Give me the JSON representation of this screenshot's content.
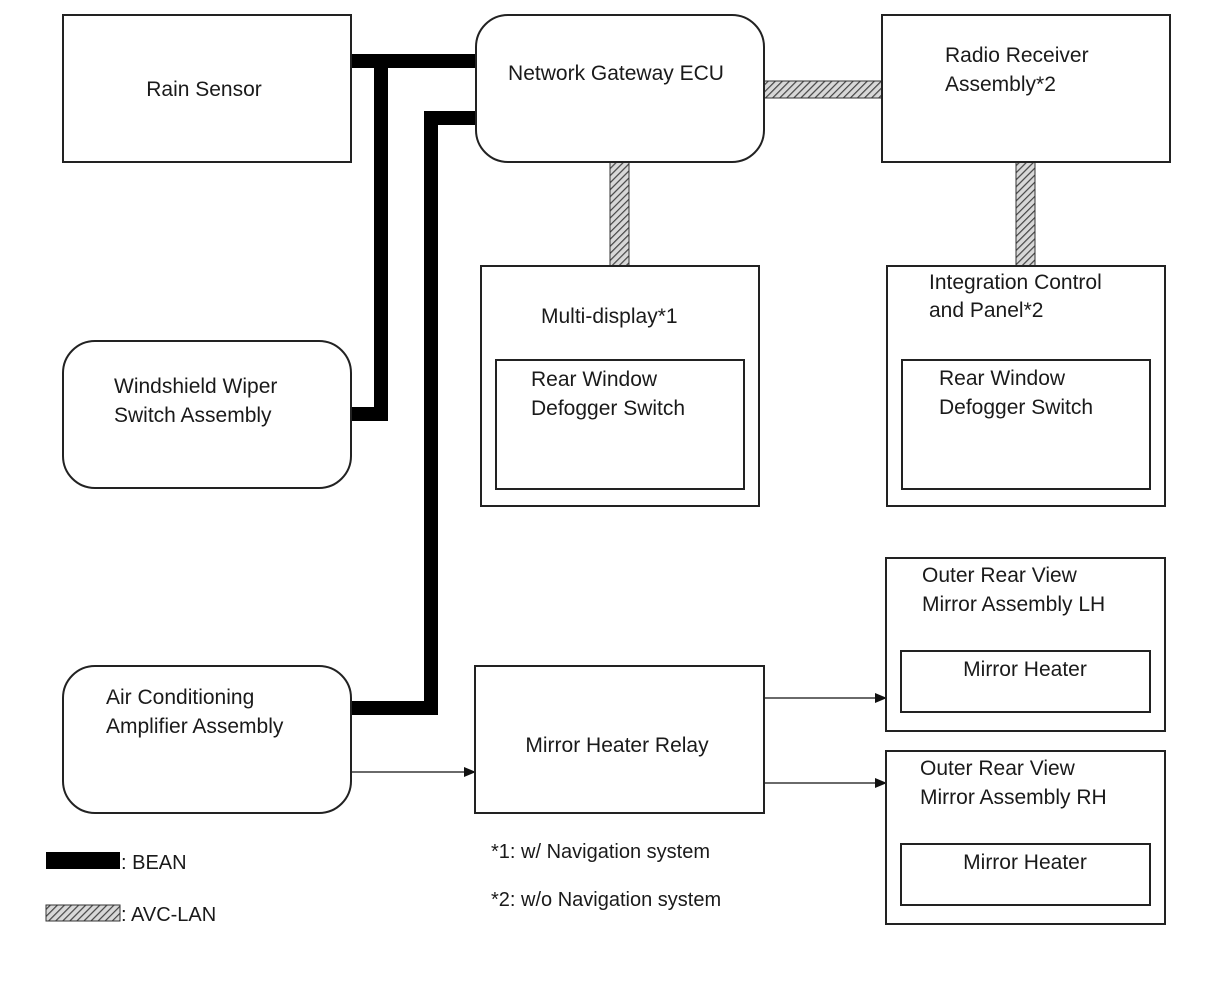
{
  "nodes": {
    "rain_sensor": "Rain Sensor",
    "network_gateway": "Network Gateway ECU",
    "radio_receiver": [
      "Radio Receiver",
      "Assembly*2"
    ],
    "multi_display": "Multi-display*1",
    "multi_display_switch": [
      "Rear Window",
      "Defogger Switch"
    ],
    "integration_panel": [
      "Integration Control",
      "and Panel*2"
    ],
    "integration_switch": [
      "Rear Window",
      "Defogger Switch"
    ],
    "wiper_switch": [
      "Windshield Wiper",
      "Switch Assembly"
    ],
    "ac_amplifier": [
      "Air Conditioning",
      "Amplifier Assembly"
    ],
    "mirror_heater_relay": "Mirror Heater Relay",
    "mirror_lh": [
      "Outer Rear View",
      "Mirror Assembly LH"
    ],
    "mirror_lh_heater": "Mirror Heater",
    "mirror_rh": [
      "Outer Rear View",
      "Mirror Assembly RH"
    ],
    "mirror_rh_heater": "Mirror Heater"
  },
  "notes": {
    "note1": "*1: w/ Navigation system",
    "note2": "*2: w/o Navigation system"
  },
  "legend": {
    "bean": ": BEAN",
    "avc_lan": ": AVC-LAN"
  },
  "colors": {
    "bean_line": "#000000",
    "avc_lan_hatch": "#555555",
    "box_stroke": "#222222"
  }
}
